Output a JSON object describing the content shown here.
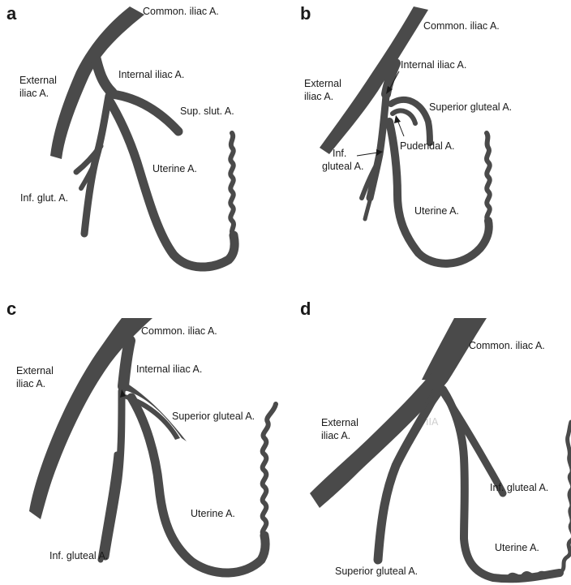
{
  "colors": {
    "vessel": "#4a4a4a",
    "text": "#1a1a1a",
    "background": "#ffffff"
  },
  "panels": [
    {
      "letter": "a",
      "labels": {
        "common_iliac": "Common. iliac A.",
        "external_iliac_line1": "External",
        "external_iliac_line2": "iliac A.",
        "internal_iliac": "Internal iliac A.",
        "sup_glut": "Sup. slut. A.",
        "uterine": "Uterine A.",
        "inf_glut": "Inf. glut. A."
      }
    },
    {
      "letter": "b",
      "labels": {
        "common_iliac": "Common. iliac A.",
        "internal_iliac": "Internal iliac A.",
        "external_iliac_line1": "External",
        "external_iliac_line2": "iliac A.",
        "superior_gluteal": "Superior gluteal A.",
        "pudendal": "Pudendal A.",
        "inf_gluteal_line1": "Inf.",
        "inf_gluteal_line2": "gluteal A.",
        "uterine": "Uterine A."
      }
    },
    {
      "letter": "c",
      "labels": {
        "common_iliac": "Common. iliac A.",
        "external_iliac_line1": "External",
        "external_iliac_line2": "iliac A.",
        "internal_iliac": "Internal iliac A.",
        "superior_gluteal": "Superior gluteal A.",
        "uterine": "Uterine A.",
        "inf_gluteal": "Inf. gluteal A."
      }
    },
    {
      "letter": "d",
      "labels": {
        "common_iliac": "Common. iliac A.",
        "external_iliac_line1": "External",
        "external_iliac_line2": "iliac A.",
        "iia": "IIA",
        "inf_gluteal": "Inf. gluteal A.",
        "uterine": "Uterine A.",
        "superior_gluteal": "Superior gluteal A."
      }
    }
  ]
}
